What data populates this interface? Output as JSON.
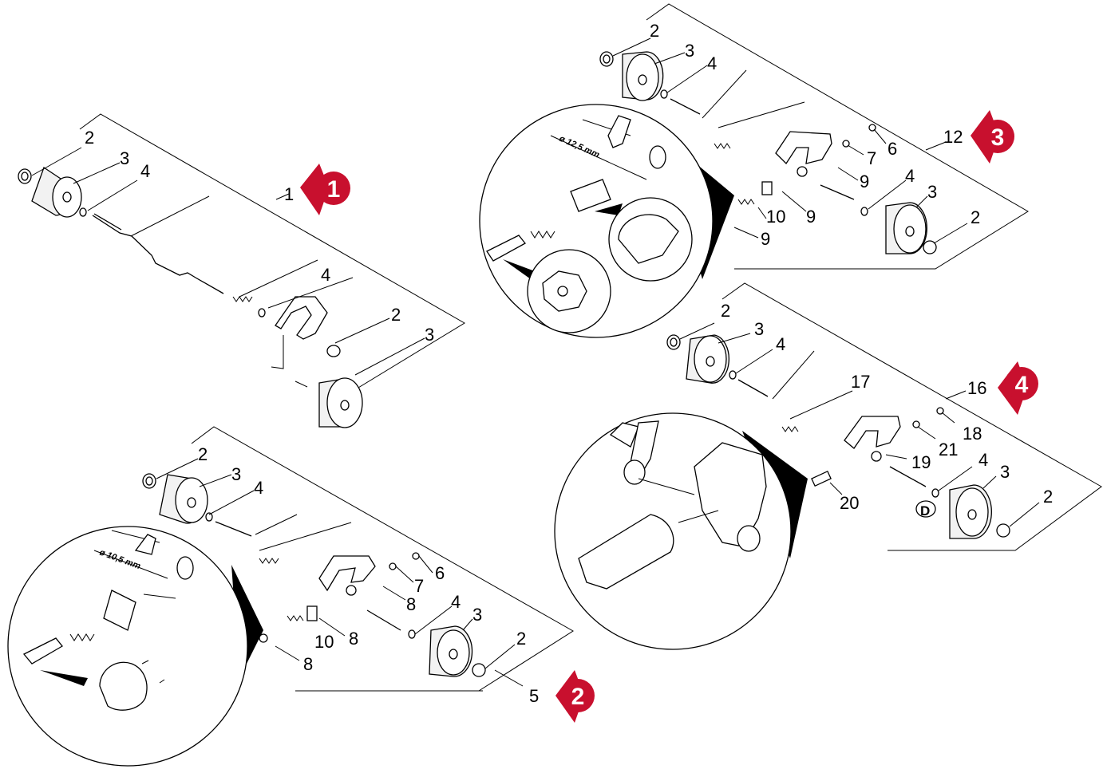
{
  "assemblies": [
    {
      "id": "1",
      "badge": "1",
      "ref": "1",
      "labels": [
        "2",
        "3",
        "4",
        "4",
        "2",
        "3"
      ]
    },
    {
      "id": "2",
      "badge": "2",
      "ref": "5",
      "dim": "ø 10,5 mm",
      "labels": [
        "2",
        "3",
        "4",
        "6",
        "7",
        "8",
        "8",
        "10",
        "8",
        "4",
        "3",
        "2"
      ]
    },
    {
      "id": "3",
      "badge": "3",
      "ref": "12",
      "dim": "ø 12,5 mm",
      "labels": [
        "2",
        "3",
        "4",
        "6",
        "7",
        "9",
        "4",
        "3",
        "9",
        "10",
        "9",
        "2"
      ]
    },
    {
      "id": "4",
      "badge": "4",
      "ref": "16",
      "mark": "D",
      "labels": [
        "2",
        "3",
        "4",
        "17",
        "18",
        "21",
        "19",
        "4",
        "3",
        "20",
        "2"
      ]
    }
  ],
  "colors": {
    "badge": "#c8102e",
    "line": "#000000"
  }
}
